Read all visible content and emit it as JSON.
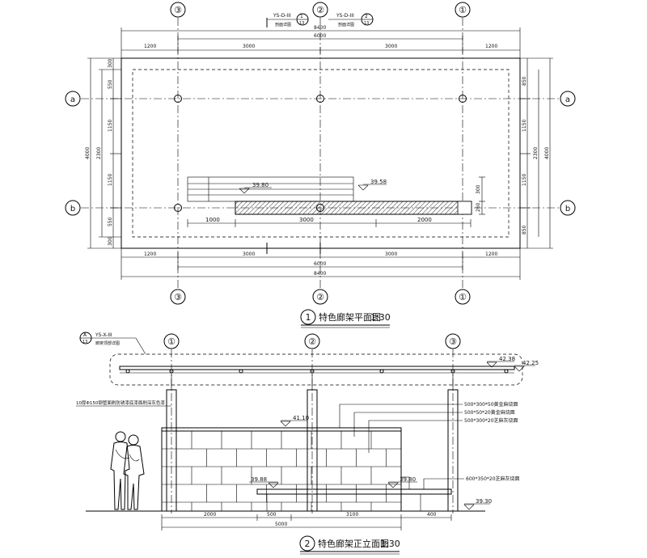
{
  "plan": {
    "axes_top": [
      "③",
      "②",
      "①"
    ],
    "axes_bottom": [
      "③",
      "②",
      "①"
    ],
    "axes_left": [
      "a",
      "b"
    ],
    "axes_right": [
      "a",
      "b"
    ],
    "top_dims": [
      "1200",
      "3000",
      "3000",
      "1200"
    ],
    "top_total_outer": "8400",
    "top_total_inner": "6000",
    "bottom_dims": [
      "1200",
      "3000",
      "3000",
      "1200"
    ],
    "bottom_total_inner": "6000",
    "bottom_total_outer": "8400",
    "left_dims": [
      "300",
      "550",
      "1150",
      "1150",
      "550",
      "300"
    ],
    "left_mid": "2300",
    "left_total": "4000",
    "right_dims": [
      "850",
      "1150",
      "1150",
      "850"
    ],
    "right_mid": "2300",
    "right_total": "4000",
    "bench_dims": [
      "1000",
      "3000",
      "2000"
    ],
    "bench_side_dims": [
      "300",
      "260"
    ],
    "elev_tags": [
      "39.80",
      "39.58"
    ],
    "section_tag_1": {
      "code": "YS-D-III",
      "num": "1",
      "sheet": "13",
      "note": "剖面详图"
    },
    "section_tag_2": {
      "code": "YS-D-III",
      "num": "2",
      "sheet": "13",
      "note": "剖面详图"
    },
    "title_num": "1",
    "title_text": "特色廊架平面图",
    "title_scale": "1:30"
  },
  "elevation": {
    "axes_top": [
      "①",
      "②",
      "③"
    ],
    "detail_tag": {
      "code": "YS-X-III",
      "num": "A",
      "sheet": "13",
      "note": "廊架顶部详图"
    },
    "left_note": "10厚Φ150钢管面刷防锈漆底漆面刷深灰色漆",
    "right_notes": [
      "500*300*50黄金麻烧面",
      "500*50*20黄金麻烧面",
      "500*300*20芝麻灰烧面"
    ],
    "seat_note": "600*350*20芝麻灰烧面",
    "levels": [
      "42.38",
      "42.25",
      "41.10",
      "39.88",
      "39.80",
      "39.30"
    ],
    "bottom_dims": [
      "2000",
      "500",
      "3100",
      "400"
    ],
    "bottom_total": "5000",
    "title_num": "2",
    "title_text": "特色廊架正立面图",
    "title_scale": "1:30"
  }
}
